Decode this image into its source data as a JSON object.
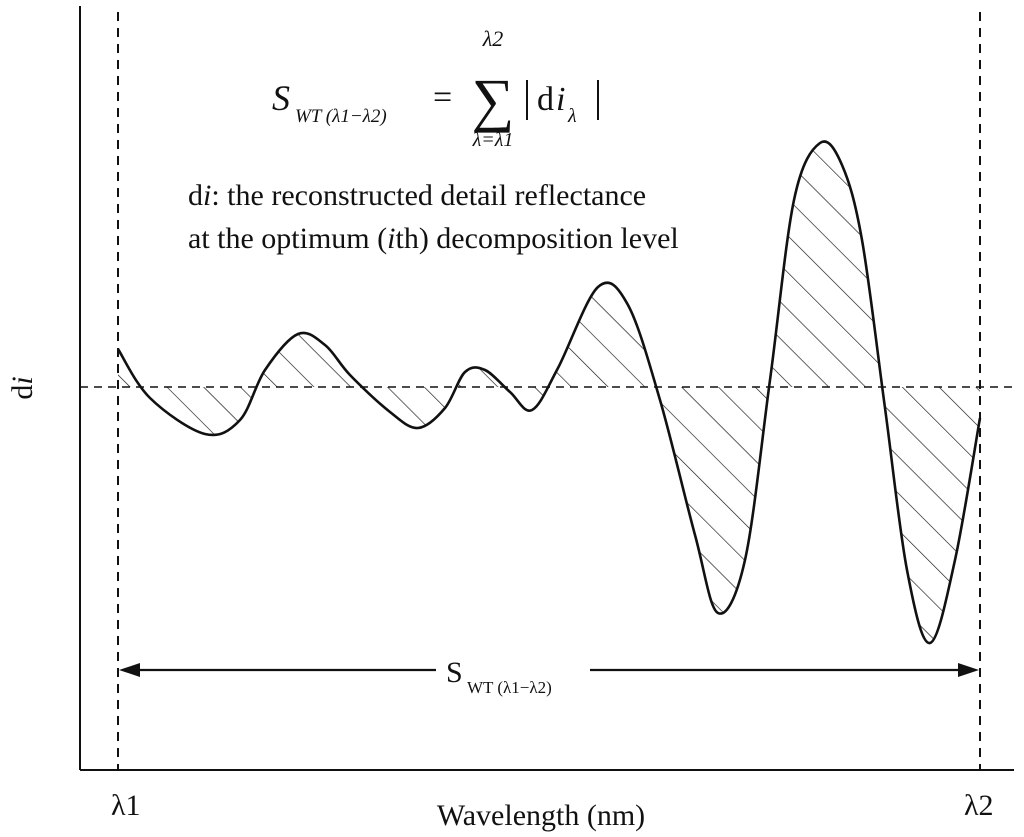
{
  "axes": {
    "y_label_d": "d",
    "y_label_i": "i",
    "x_label": "Wavelength (nm)",
    "x_start_label": "λ1",
    "x_end_label": "λ2"
  },
  "formula": {
    "lhs_symbol": "S",
    "lhs_subscript": "WT (λ1−λ2)",
    "equals": "=",
    "sum_upper": "λ2",
    "sum_sign": "∑",
    "sum_lower": "λ=λ1",
    "term_d": "d",
    "term_i": "i",
    "term_subscript": "λ"
  },
  "description": {
    "line1_d": "d",
    "line1_i": "i",
    "line1_rest": ": the reconstructed detail reflectance",
    "line2_a": "at the optimum (",
    "line2_i": "i",
    "line2_b": "th) decomposition level"
  },
  "span_annotation": {
    "symbol": "S",
    "subscript": "WT (λ1−λ2)"
  },
  "colors": {
    "ink": "#111111",
    "background": "#ffffff"
  },
  "hatch_icon": "diagonal-hatch"
}
